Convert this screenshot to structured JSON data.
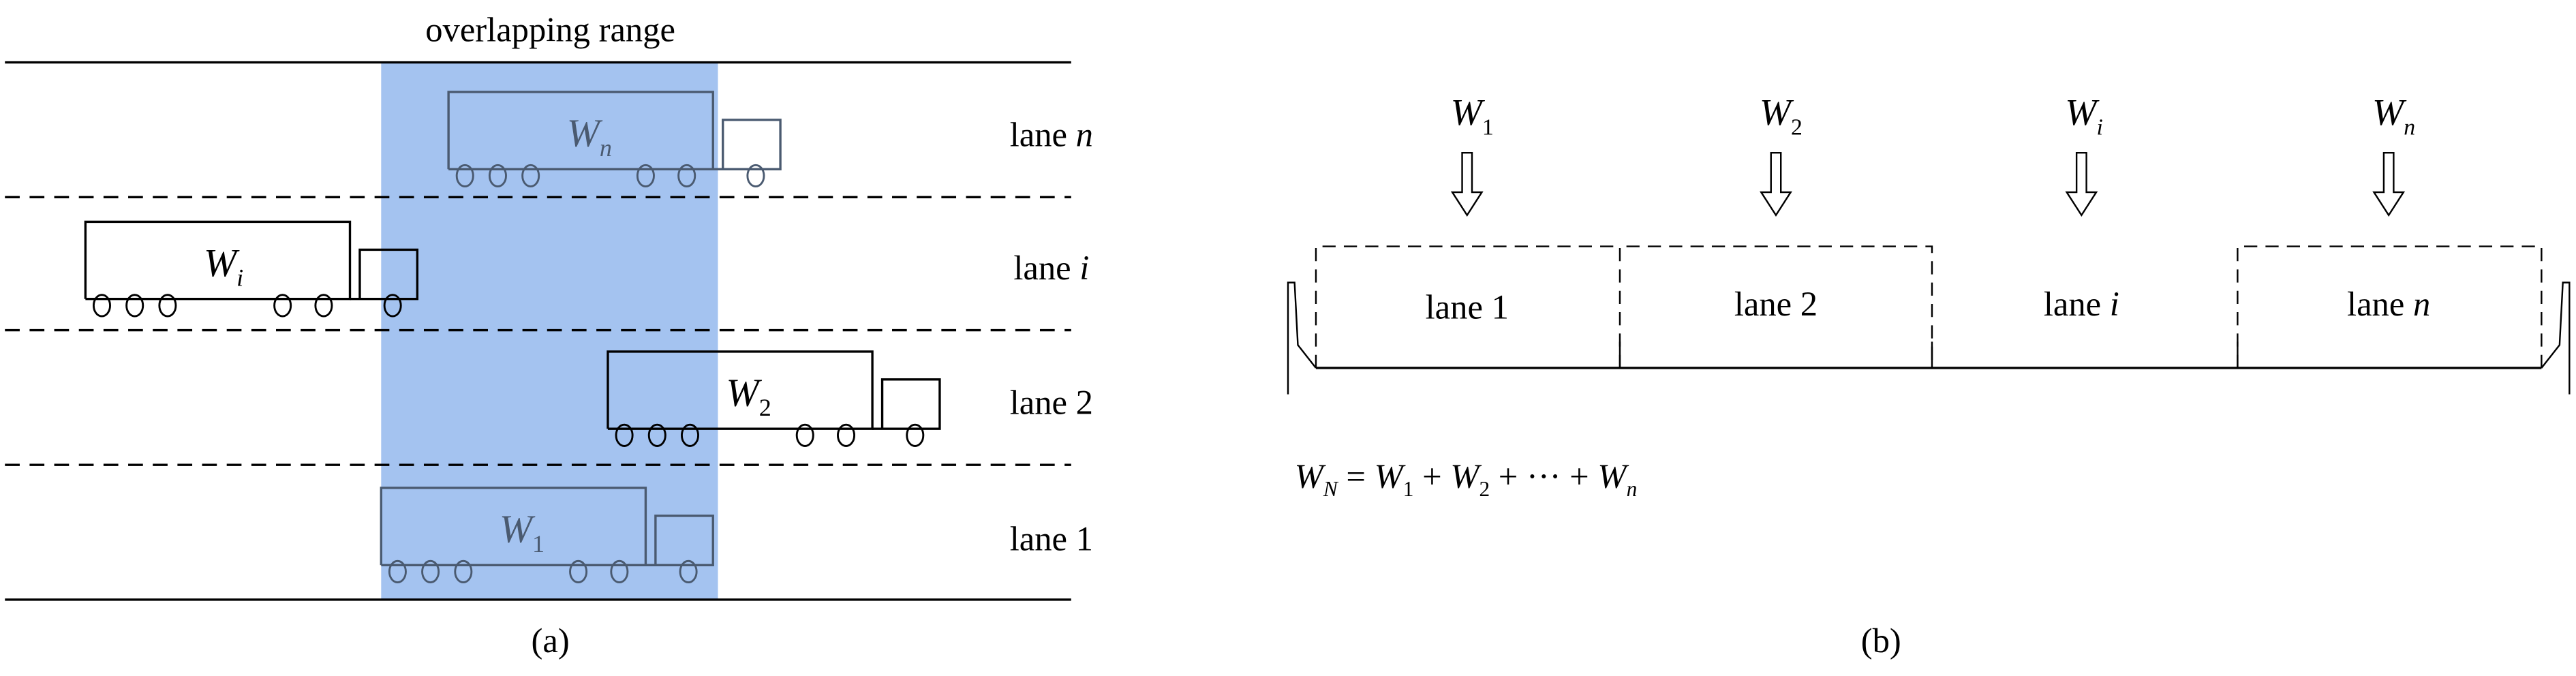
{
  "panel_a": {
    "title": "overlapping range",
    "caption": "(a)",
    "overlap_color": "#a4c3f0",
    "lanes": [
      {
        "label": "lane ",
        "var": "n"
      },
      {
        "label": "lane ",
        "var": "i"
      },
      {
        "label": "lane 2",
        "var": ""
      },
      {
        "label": "lane 1",
        "var": ""
      }
    ],
    "trucks": [
      {
        "w": "W",
        "sub": "n",
        "sub_italic": true
      },
      {
        "w": "W",
        "sub": "i",
        "sub_italic": true
      },
      {
        "w": "W",
        "sub": "2",
        "sub_italic": false
      },
      {
        "w": "W",
        "sub": "1",
        "sub_italic": false
      }
    ]
  },
  "panel_b": {
    "caption": "(b)",
    "loads": [
      {
        "w": "W",
        "sub": "1"
      },
      {
        "w": "W",
        "sub": "2"
      },
      {
        "w": "W",
        "sub": "i"
      },
      {
        "w": "W",
        "sub": "n"
      }
    ],
    "lanes": [
      {
        "label": "lane 1",
        "var": ""
      },
      {
        "label": "lane 2",
        "var": ""
      },
      {
        "label": "lane ",
        "var": "i"
      },
      {
        "label": "lane ",
        "var": "n"
      }
    ],
    "formula": {
      "lhs": "W",
      "lhs_sub": "N",
      "eq": " = ",
      "t1": "W",
      "t1_sub": "1",
      "plus1": " + ",
      "t2": "W",
      "t2_sub": "2",
      "plus2": " + ··· + ",
      "t3": "W",
      "t3_sub": "n"
    }
  }
}
